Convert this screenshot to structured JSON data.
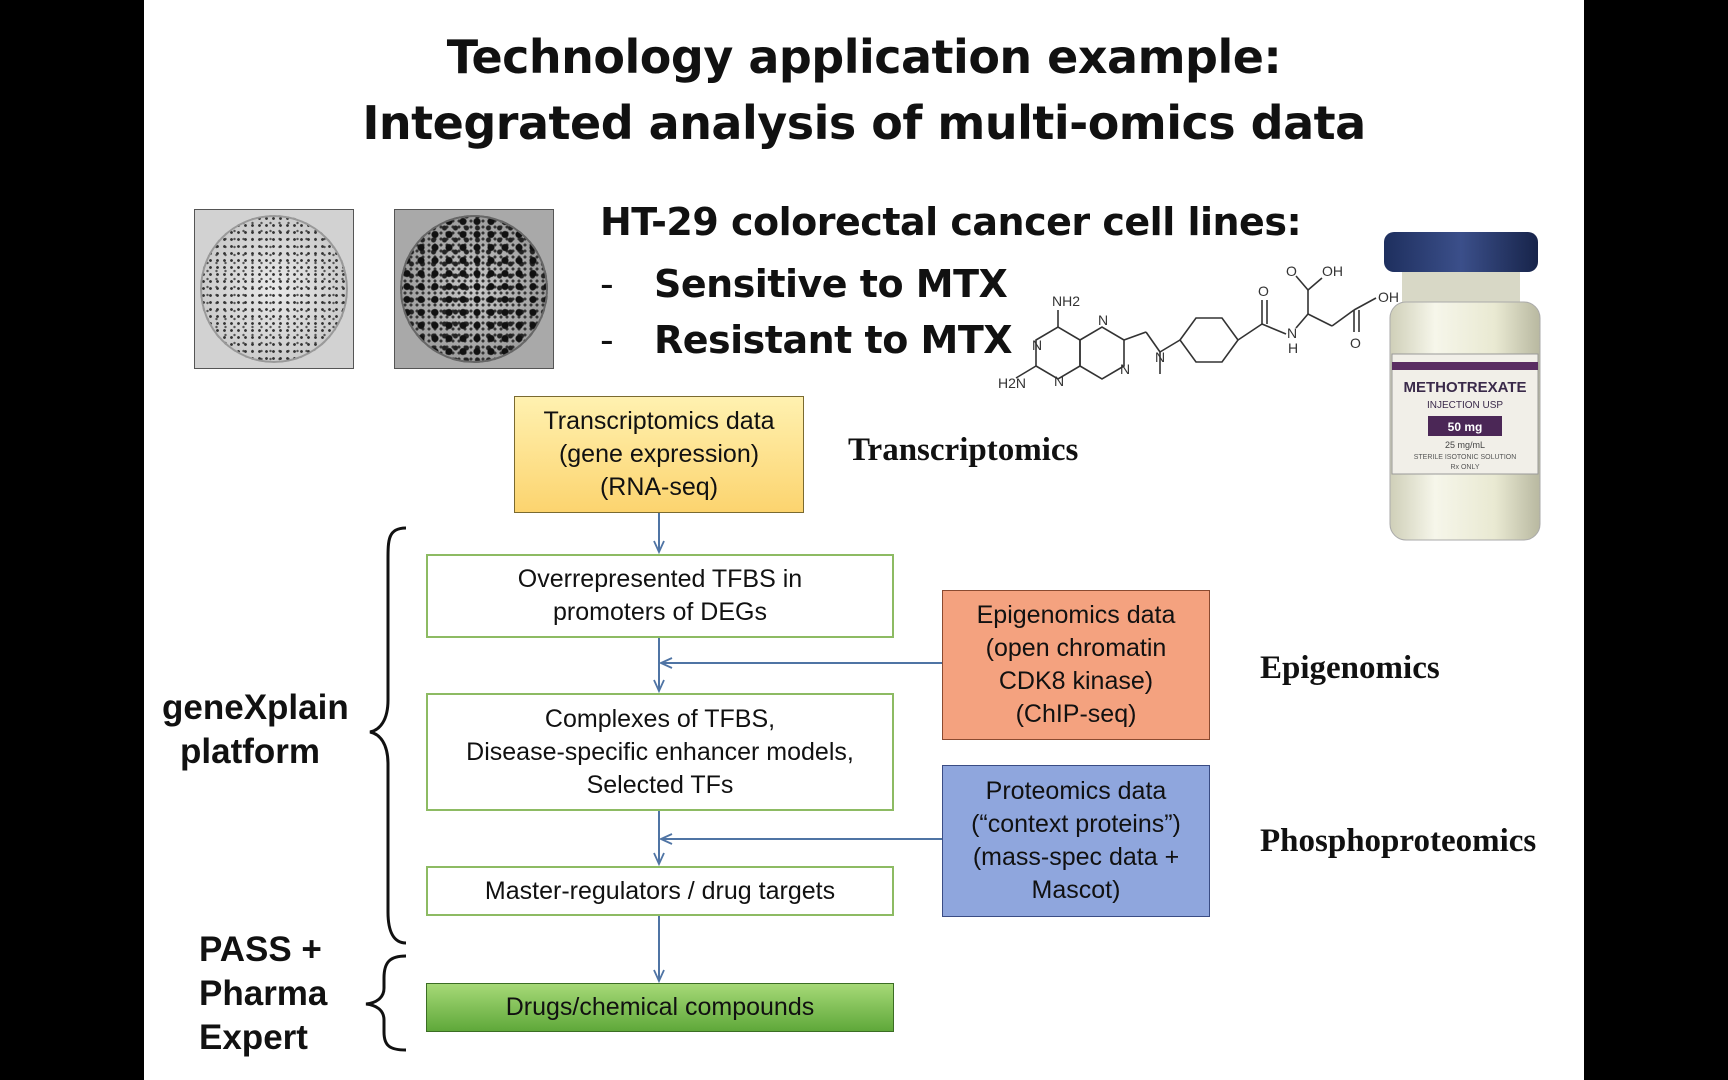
{
  "title": {
    "line1": "Technology application example:",
    "line2": "Integrated analysis of multi-omics data"
  },
  "cell_lines": {
    "heading": "HT-29  colorectal cancer cell lines:",
    "bullets": [
      {
        "dash": "-",
        "text": "Sensitive to MTX"
      },
      {
        "dash": "-",
        "text": "Resistant to MTX"
      }
    ]
  },
  "molecule_labels": {
    "nh2": "NH2",
    "h2n": "H2N",
    "n": "N",
    "o": "O",
    "oh": "OH",
    "nh": "N",
    "h": "H"
  },
  "vial": {
    "brand": "METHOTREXATE",
    "sub": "INJECTION USP",
    "dose": "50 mg",
    "conc": "25 mg/mL",
    "note": "STERILE ISOTONIC SOLUTION",
    "rx": "Rx ONLY"
  },
  "flow": {
    "transcriptomics_box": [
      "Transcriptomics data",
      "(gene expression)",
      "(RNA-seq)"
    ],
    "tfbs_box": [
      "Overrepresented TFBS in",
      "promoters of DEGs"
    ],
    "complexes_box": [
      "Complexes of TFBS,",
      "Disease-specific enhancer models,",
      "Selected TFs"
    ],
    "master_box": [
      "Master-regulators / drug targets"
    ],
    "drugs_box": [
      "Drugs/chemical compounds"
    ],
    "epigenomics_box": [
      "Epigenomics data",
      "(open chromatin",
      "CDK8 kinase)",
      "(ChIP-seq)"
    ],
    "proteomics_box": [
      "Proteomics data",
      "(“context proteins”)",
      "(mass-spec data +",
      "Mascot)"
    ]
  },
  "labels": {
    "transcriptomics": "Transcriptomics",
    "epigenomics": "Epigenomics",
    "phosphoproteomics": "Phosphoproteomics",
    "genexplain": [
      "geneXplain",
      "platform"
    ],
    "pass": [
      "PASS +",
      "Pharma",
      "Expert"
    ]
  },
  "colors": {
    "arrow": "#4f74a4",
    "green_border": "#8dbb63",
    "yellow": "#fcd46f",
    "orange": "#f4a27f",
    "blue": "#8fa6dd",
    "drugs_green": "#5fa83a"
  }
}
